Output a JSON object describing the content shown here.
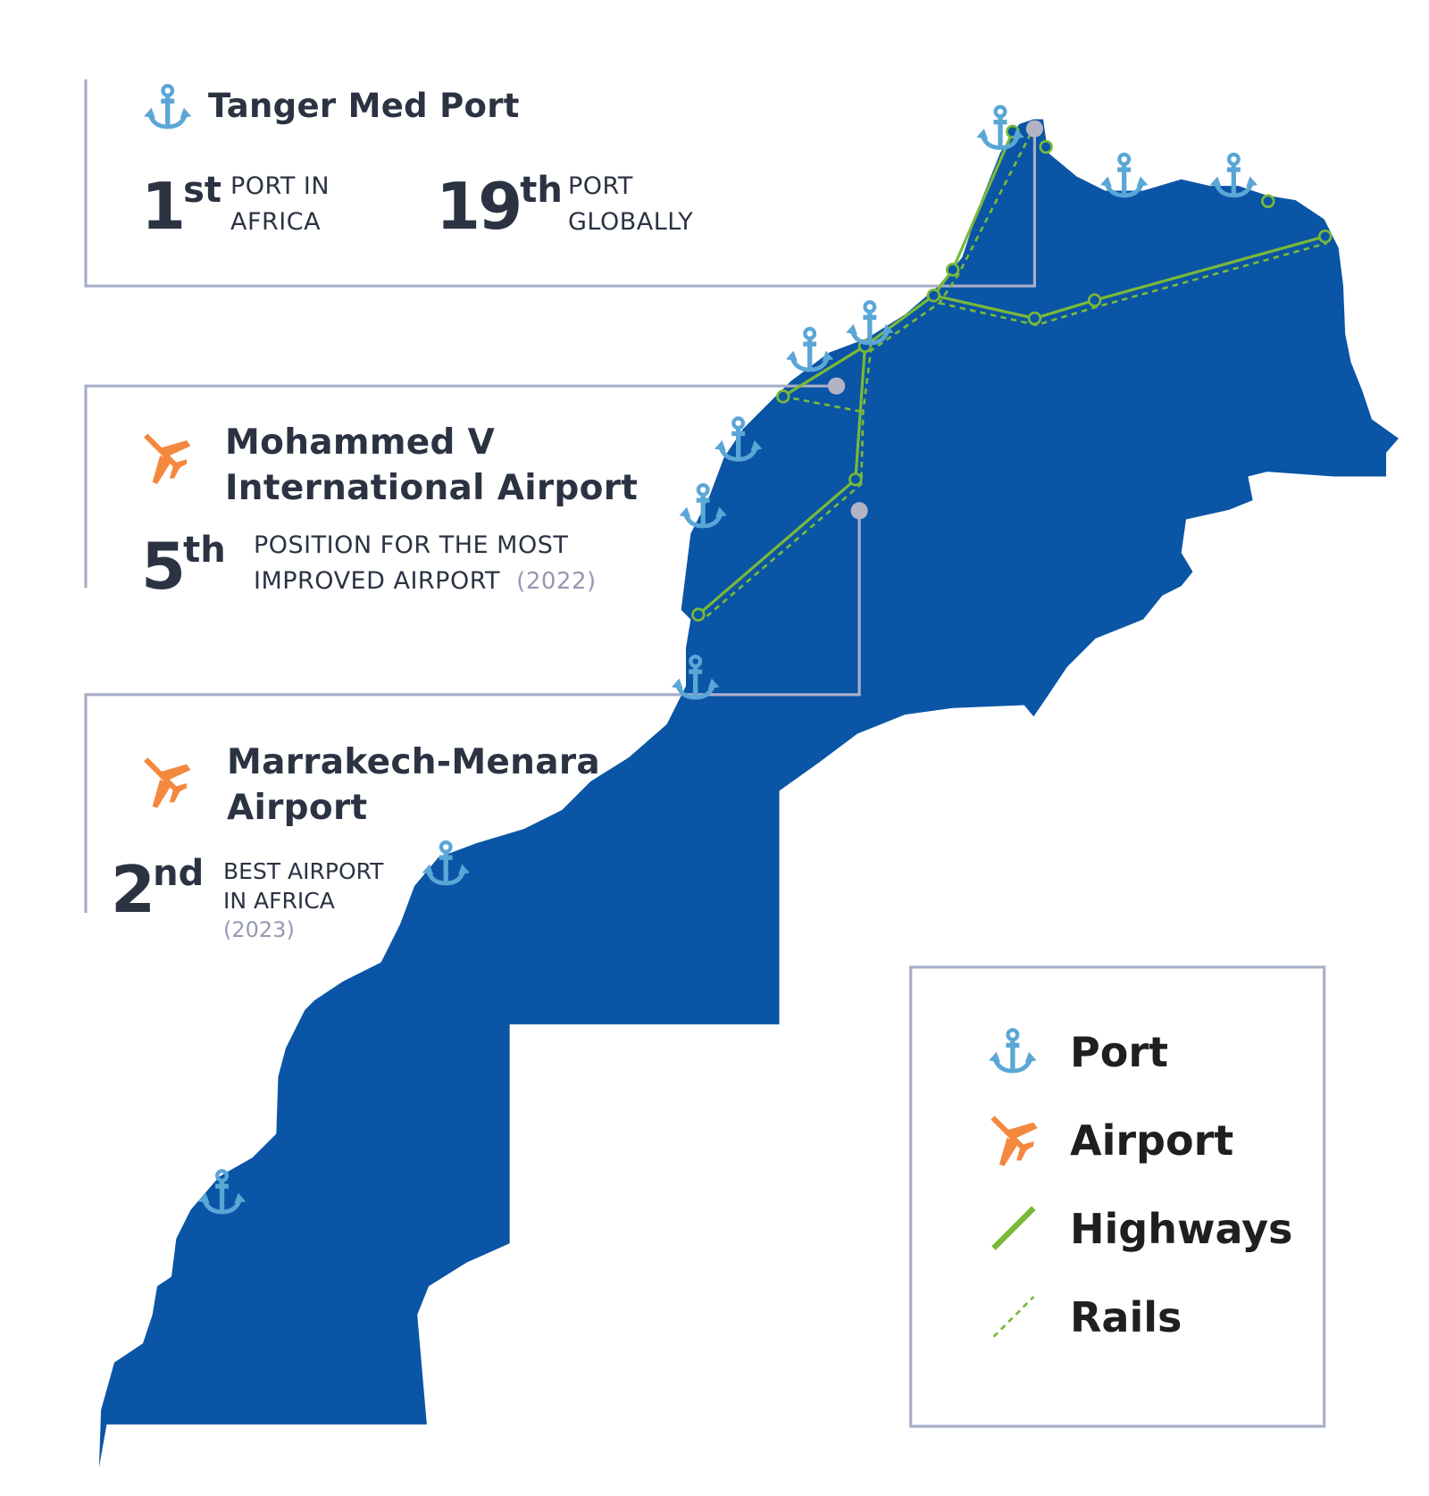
{
  "colors": {
    "land": "#0a55a5",
    "port": "#5aa6d6",
    "airport": "#f5883f",
    "route": "#7ab83a",
    "frame": "#a9aec8",
    "node": "#b3b3c6",
    "text": "#2b3343"
  },
  "tanger": {
    "title": "Tanger Med Port",
    "icon": "anchor-icon",
    "stat1": {
      "rank": "1",
      "suffix": "st",
      "line1": "PORT IN",
      "line2": "AFRICA"
    },
    "stat2": {
      "rank": "19",
      "suffix": "th",
      "line1": "PORT",
      "line2": "GLOBALLY"
    }
  },
  "mohammed": {
    "title_line1": "Mohammed V",
    "title_line2": "International Airport",
    "icon": "airplane-icon",
    "stat": {
      "rank": "5",
      "suffix": "th",
      "line1": "POSITION FOR THE MOST",
      "line2": "IMPROVED AIRPORT",
      "year": "(2022)"
    }
  },
  "marrakech": {
    "title_line1": "Marrakech-Menara",
    "title_line2": "Airport",
    "icon": "airplane-icon",
    "stat": {
      "rank": "2",
      "suffix": "nd",
      "line1": "BEST AIRPORT",
      "line2": "IN AFRICA",
      "year": "(2023)"
    }
  },
  "legend": {
    "items": [
      {
        "label": "Port",
        "icon": "anchor-icon"
      },
      {
        "label": "Airport",
        "icon": "airplane-icon"
      },
      {
        "label": "Highways",
        "icon": "solid-line-icon"
      },
      {
        "label": "Rails",
        "icon": "dashed-line-icon"
      }
    ]
  }
}
